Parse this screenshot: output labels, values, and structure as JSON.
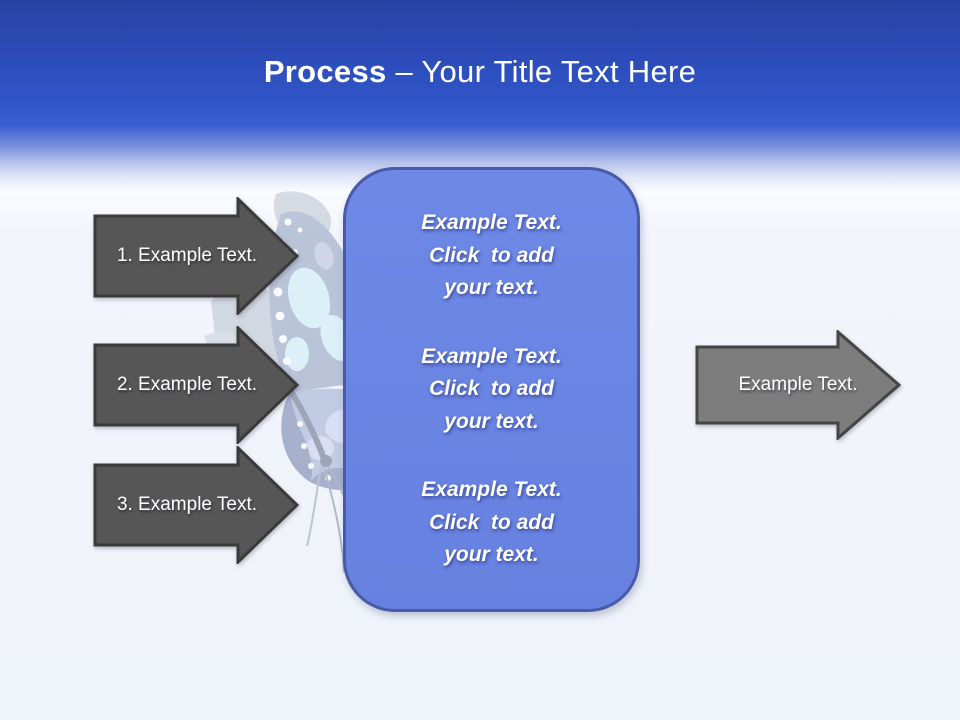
{
  "title": {
    "bold": "Process",
    "rest": " – Your Title Text Here"
  },
  "left_arrows": [
    {
      "label": "1. Example Text."
    },
    {
      "label": "2. Example Text."
    },
    {
      "label": "3. Example Text."
    }
  ],
  "center_box": {
    "blocks": [
      {
        "text": "Example Text.\nClick  to add\nyour text."
      },
      {
        "text": "Example Text.\nClick  to add\nyour text."
      },
      {
        "text": "Example Text.\nClick  to add\nyour text."
      }
    ]
  },
  "right_arrow": {
    "label": "Example Text."
  },
  "decor": {
    "background_image": "faded blue butterfly illustration"
  },
  "colors": {
    "header_top": "#2843a5",
    "header_mid": "#3a5fd2",
    "body_bg": "#eff3fa",
    "left_arrow_fill": "#565656",
    "left_arrow_border": "#3a3a3a",
    "right_arrow_fill": "#7d7d7d",
    "right_arrow_border": "#454545",
    "box_fill": "#6a84e2",
    "box_border": "#4a5aa6",
    "text_white": "#ffffff"
  }
}
